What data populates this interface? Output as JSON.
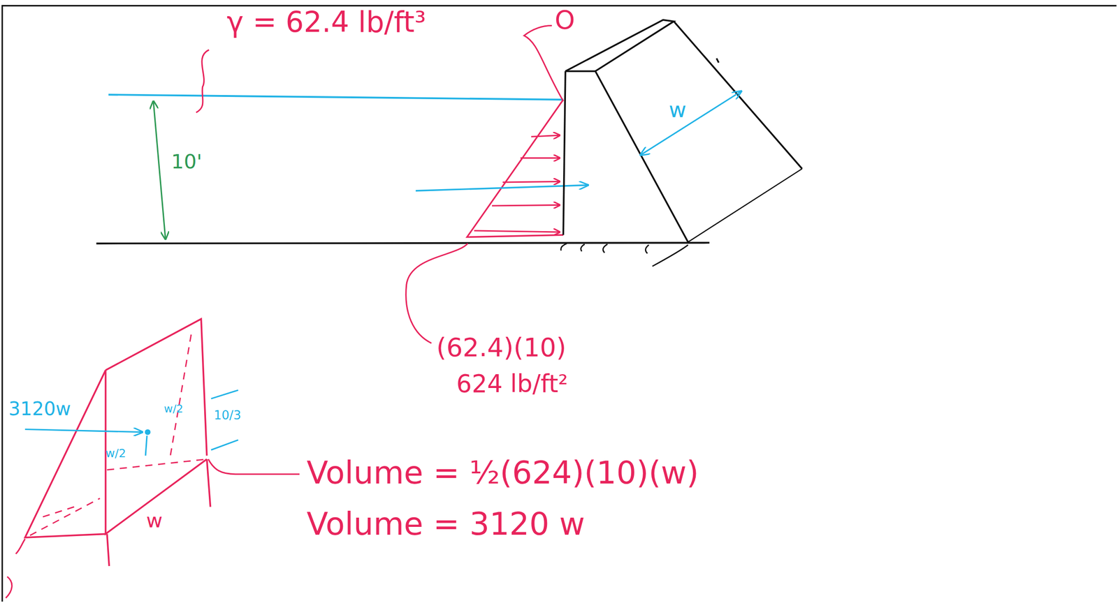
{
  "diagram": {
    "labels": [
      "γ = 62.4 lb/ft³",
      "O",
      "10'",
      "w",
      "(62.4)(10)",
      "624 lb/ft²",
      "3120w",
      "w/2",
      "10/3",
      "w/2",
      "w",
      "Volume = ½(624)(10)(w)",
      "Volume = 3120 w"
    ]
  }
}
